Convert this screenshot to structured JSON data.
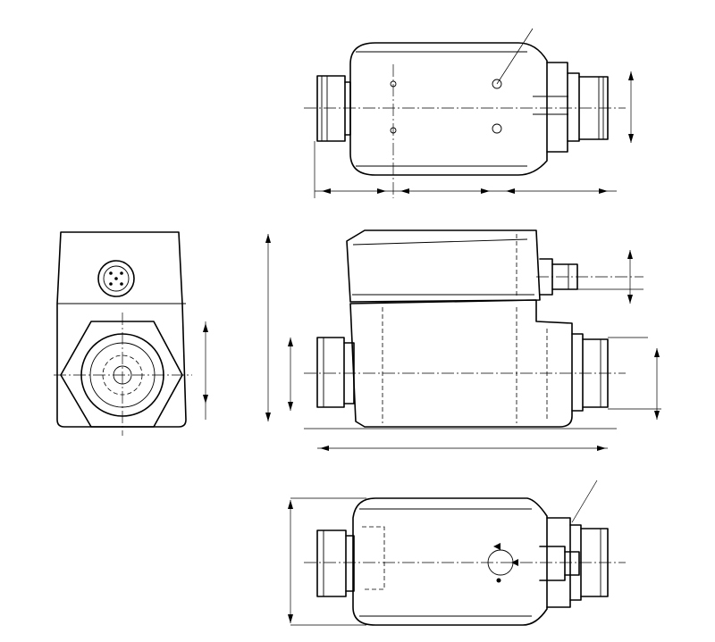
{
  "drawing": {
    "background": "#ffffff",
    "line_color": "#000000",
    "views": [
      "top-view",
      "end-view",
      "side-view",
      "bottom-view"
    ]
  }
}
